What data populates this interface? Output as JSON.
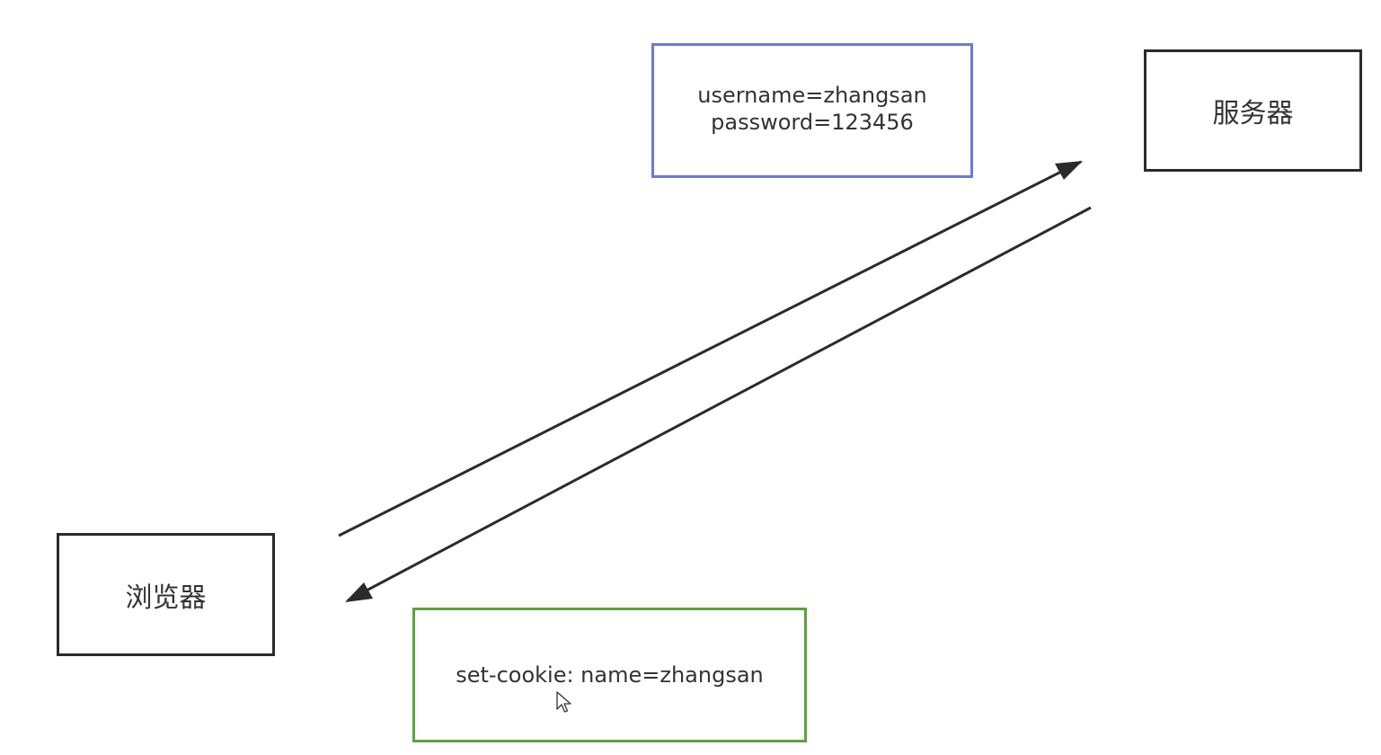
{
  "nodes": {
    "server": {
      "label": "服务器"
    },
    "browser": {
      "label": "浏览器"
    }
  },
  "notes": {
    "request": {
      "lines": [
        "username=zhangsan",
        "password=123456"
      ],
      "border_color": "#6b78e0"
    },
    "response": {
      "text": "set-cookie: name=zhangsan",
      "border_color": "#5da23e"
    }
  },
  "edges": [
    {
      "from": "browser",
      "to": "server",
      "style": "arrow"
    },
    {
      "from": "server",
      "to": "browser",
      "style": "arrow"
    }
  ],
  "colors": {
    "line": "#2b2b2b",
    "text": "#333333",
    "background": "#ffffff"
  },
  "cursor": {
    "icon": "mouse-pointer-icon"
  }
}
